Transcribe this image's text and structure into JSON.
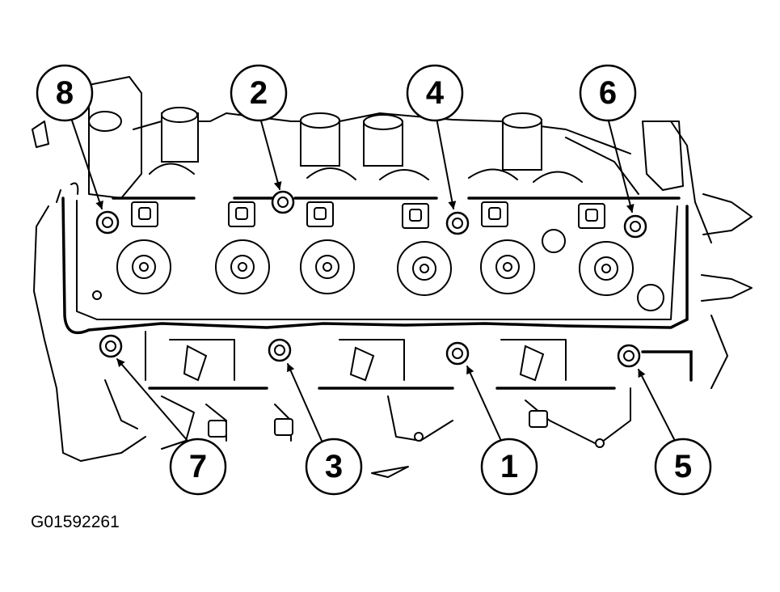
{
  "figure_id": "G01592261",
  "callouts": [
    {
      "label": "8",
      "name": "callout-8"
    },
    {
      "label": "2",
      "name": "callout-2"
    },
    {
      "label": "4",
      "name": "callout-4"
    },
    {
      "label": "6",
      "name": "callout-6"
    },
    {
      "label": "7",
      "name": "callout-7"
    },
    {
      "label": "3",
      "name": "callout-3"
    },
    {
      "label": "1",
      "name": "callout-1"
    },
    {
      "label": "5",
      "name": "callout-5"
    }
  ]
}
